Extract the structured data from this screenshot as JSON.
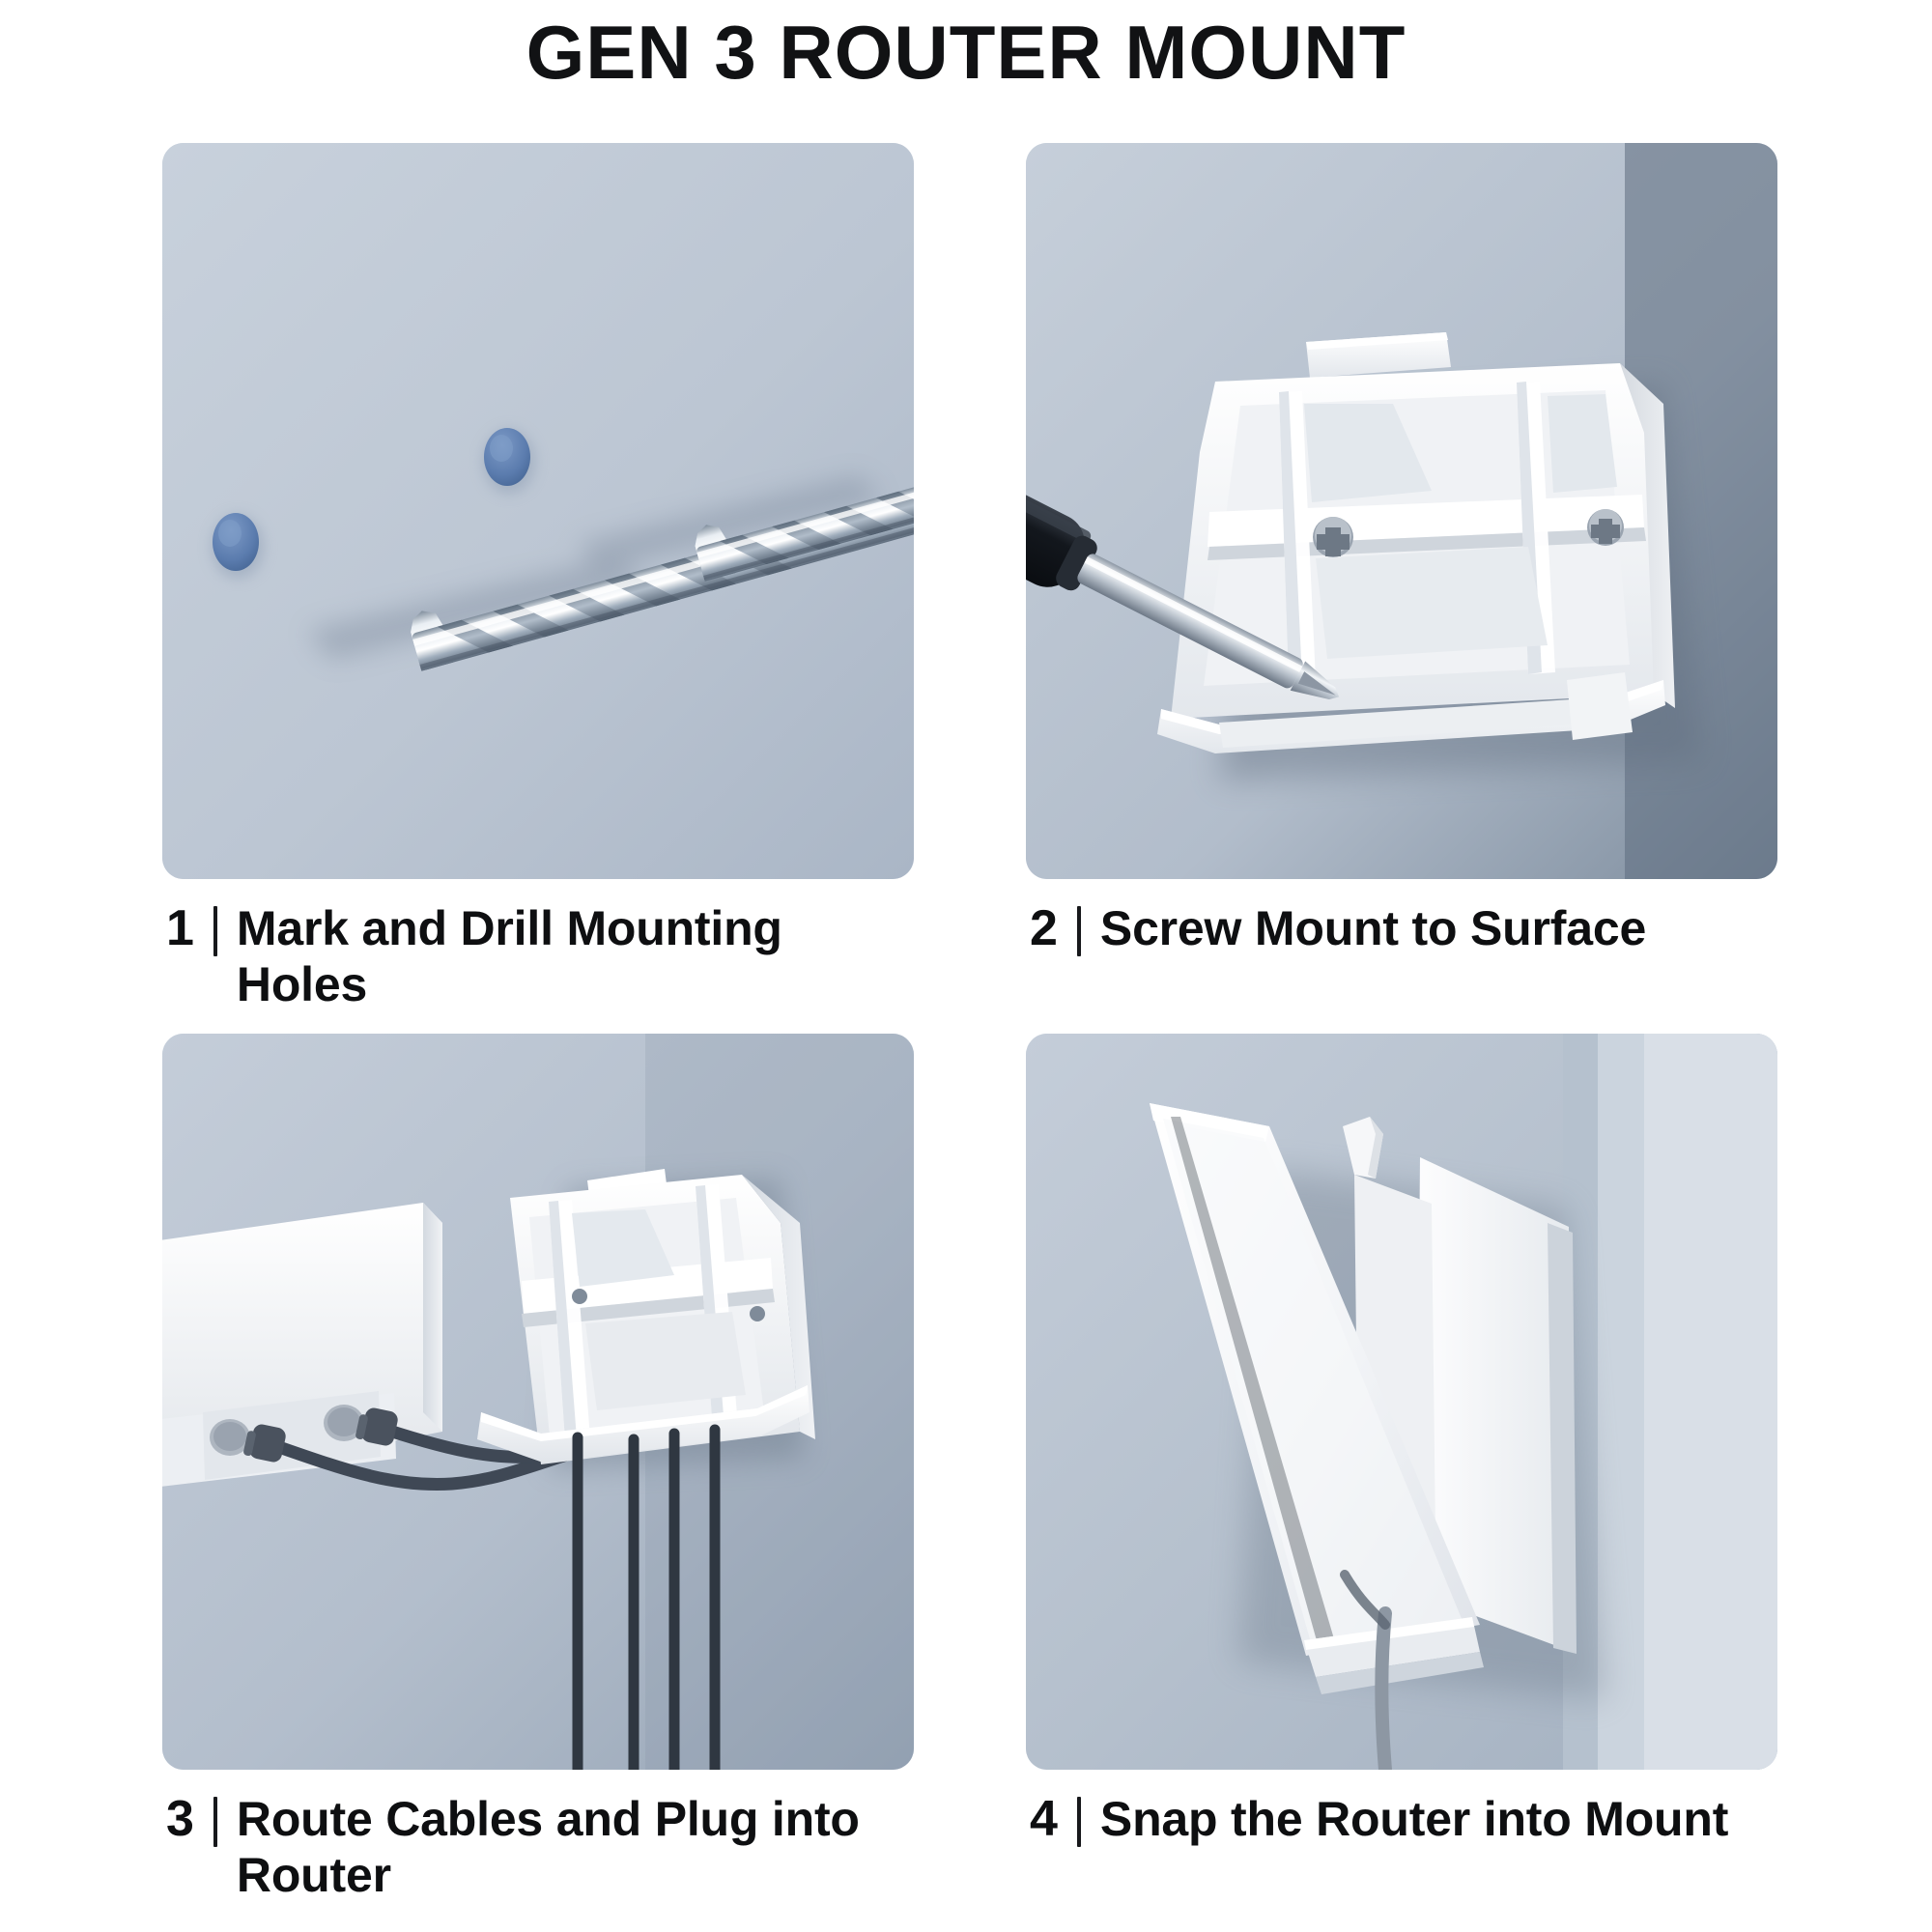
{
  "title": "GEN 3 ROUTER MOUNT",
  "colors": {
    "wall_light": "#c6cfda",
    "wall_mid": "#b4bfcd",
    "wall_shadow": "#5c6b7d",
    "plastic_white": "#f4f5f7",
    "plastic_shade": "#d9dde3",
    "metal_light": "#eef1f4",
    "metal_dark": "#6f7b89",
    "cable_dark": "#3b4450",
    "hole_blue": "#5e7fb0",
    "handle_black": "#181c22",
    "text": "#111214",
    "page_background": "#ffffff"
  },
  "steps": [
    {
      "number": "1",
      "separator": "|",
      "text": "Mark and Drill Mounting Holes",
      "figure_name": "drill-mounting-holes-illustration",
      "elements": [
        "drilled-hole-left",
        "drilled-hole-right",
        "drill-bit-lower",
        "drill-bit-upper",
        "wall-surface"
      ]
    },
    {
      "number": "2",
      "separator": "|",
      "text": "Screw Mount to Surface",
      "figure_name": "screw-mount-to-surface-illustration",
      "elements": [
        "router-mount-bracket",
        "phillips-screw-left",
        "phillips-screw-right",
        "screwdriver",
        "wall-surface"
      ]
    },
    {
      "number": "3",
      "separator": "|",
      "text": "Route Cables and Plug into Router",
      "figure_name": "route-cables-illustration",
      "elements": [
        "wall-faceplate",
        "cable-port-left",
        "cable-port-right",
        "cable-upper",
        "cable-lower",
        "router-mount-bracket",
        "hanging-cables"
      ]
    },
    {
      "number": "4",
      "separator": "|",
      "text": "Snap the Router into Mount",
      "figure_name": "snap-router-into-mount-illustration",
      "elements": [
        "router-body",
        "router-mount-bracket",
        "mount-hook",
        "power-cable",
        "wall-corner"
      ]
    }
  ]
}
